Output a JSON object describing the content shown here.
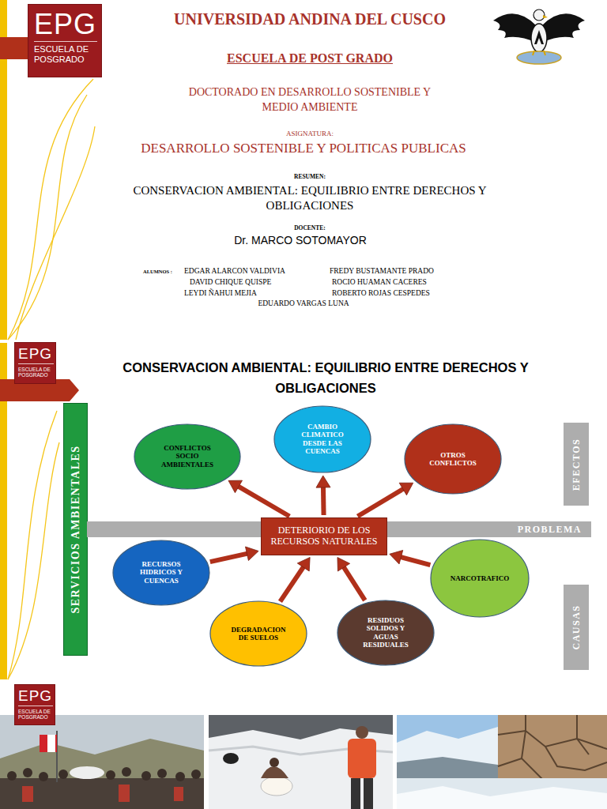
{
  "diagram": {
    "title": "CONSERVACION AMBIENTAL: EQUILIBRIO ENTRE DERECHOS Y OBLIGACIONES",
    "nodes": [
      {
        "text": [
          "EPG",
          "ESCUELA DE POSGRADO"
        ]
      },
      {
        "text": [
          "EPG",
          "ESCUELA DE POSGRADO"
        ]
      },
      {
        "text": [
          "SERVICIOS AMBIENTALES"
        ]
      },
      {
        "text": [
          "CONFLICTOS SOCIO AMBIENTALES"
        ]
      },
      {
        "text": [
          "CAMBIO CLIMATICO DESDE LAS CUENCAS"
        ]
      },
      {
        "text": [
          "EFECTOS"
        ]
      },
      {
        "text": [
          "OTROS CONFLICTOS"
        ]
      },
      {
        "text": [
          "PROBLEMA"
        ]
      },
      {
        "text": [
          "DETERIORIO DE LOS RECURSOS NATURALES"
        ]
      },
      {
        "text": [
          "RECURSOS HIDRICOS Y CUENCAS"
        ]
      },
      {
        "text": [
          "NARCOTRAFICO"
        ]
      },
      {
        "text": [
          "CAUSAS"
        ]
      },
      {
        "text": [
          "DEGRADACION DE SUELOS"
        ]
      },
      {
        "text": [
          "RESIDUOS SOLIDOS Y AGUAS RESIDUALES"
        ]
      },
      {
        "text": [
          "EPG",
          "ESCUELA DE POSGRADO"
        ]
      }
    ],
    "edges": [
      {
        "from": 9,
        "to": 8,
        "arrow": "to"
      },
      {
        "from": 12,
        "to": 8,
        "arrow": "to"
      },
      {
        "from": 13,
        "to": 8,
        "arrow": "to"
      },
      {
        "from": 10,
        "to": 8,
        "arrow": "to"
      },
      {
        "from": 8,
        "to": 3,
        "arrow": "to"
      },
      {
        "from": 8,
        "to": 4,
        "arrow": "to"
      },
      {
        "from": 8,
        "to": 6,
        "arrow": "to"
      }
    ],
    "labels": [
      "UNIVERSIDAD ANDINA DEL CUSCO",
      "ESCUELA DE POST GRADO",
      "DOCTORADO EN DESARROLLO SOSTENIBLE Y MEDIO AMBIENTE",
      "ASIGNATURA:",
      "DESARROLLO SOSTENIBLE Y POLITICAS PUBLICAS",
      "RESUMEN:",
      "CONSERVACION AMBIENTAL: EQUILIBRIO ENTRE DERECHOS Y OBLIGACIONES",
      "DOCENTE:",
      "Dr. MARCO SOTOMAYOR",
      "ALUMNOS :",
      "EDGAR ALARCON VALDIVIA",
      "FREDY BUSTAMANTE PRADO",
      "DAVID CHIQUE QUISPE",
      "ROCIO HUAMAN CACERES",
      "LEYDI ÑAHUI MEJIA",
      "ROBERTO ROJAS CESPEDES",
      "EDUARDO VARGAS LUNA"
    ]
  }
}
